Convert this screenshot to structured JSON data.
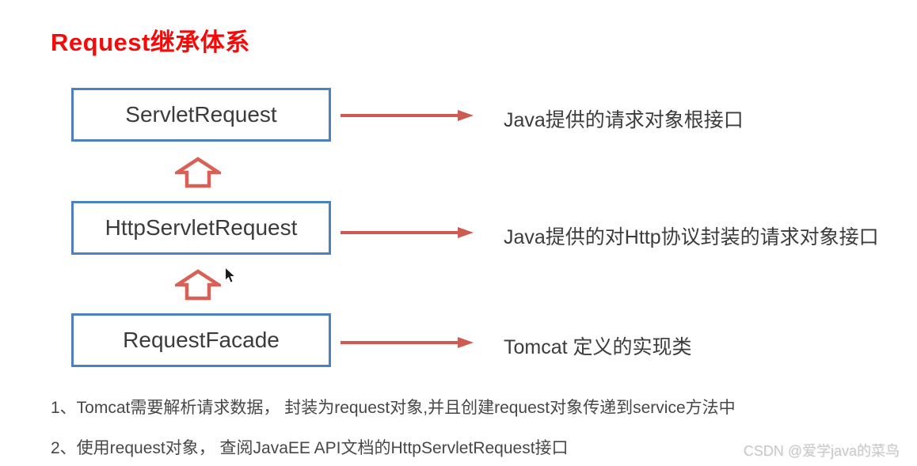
{
  "title": "Request继承体系",
  "rows": [
    {
      "box": "ServletRequest",
      "desc": "Java提供的请求对象根接口"
    },
    {
      "box": "HttpServletRequest",
      "desc": "Java提供的对Http协议封装的请求对象接口"
    },
    {
      "box": "RequestFacade",
      "desc": "Tomcat 定义的实现类"
    }
  ],
  "notes": [
    "1、Tomcat需要解析请求数据， 封装为request对象,并且创建request对象传递到service方法中",
    "2、使用request对象， 查阅JavaEE API文档的HttpServletRequest接口"
  ],
  "watermark": "CSDN @爱学java的菜鸟",
  "colors": {
    "title_red": "#f50a0a",
    "box_border_blue": "#4e7fbe",
    "arrow_red": "#ce5b52",
    "up_arrow_red": "#d96055",
    "box_text": "#3b3b3b",
    "desc_text": "#3c3c3c",
    "note_text": "#474747",
    "watermark_gray": "#c9c9c9"
  }
}
